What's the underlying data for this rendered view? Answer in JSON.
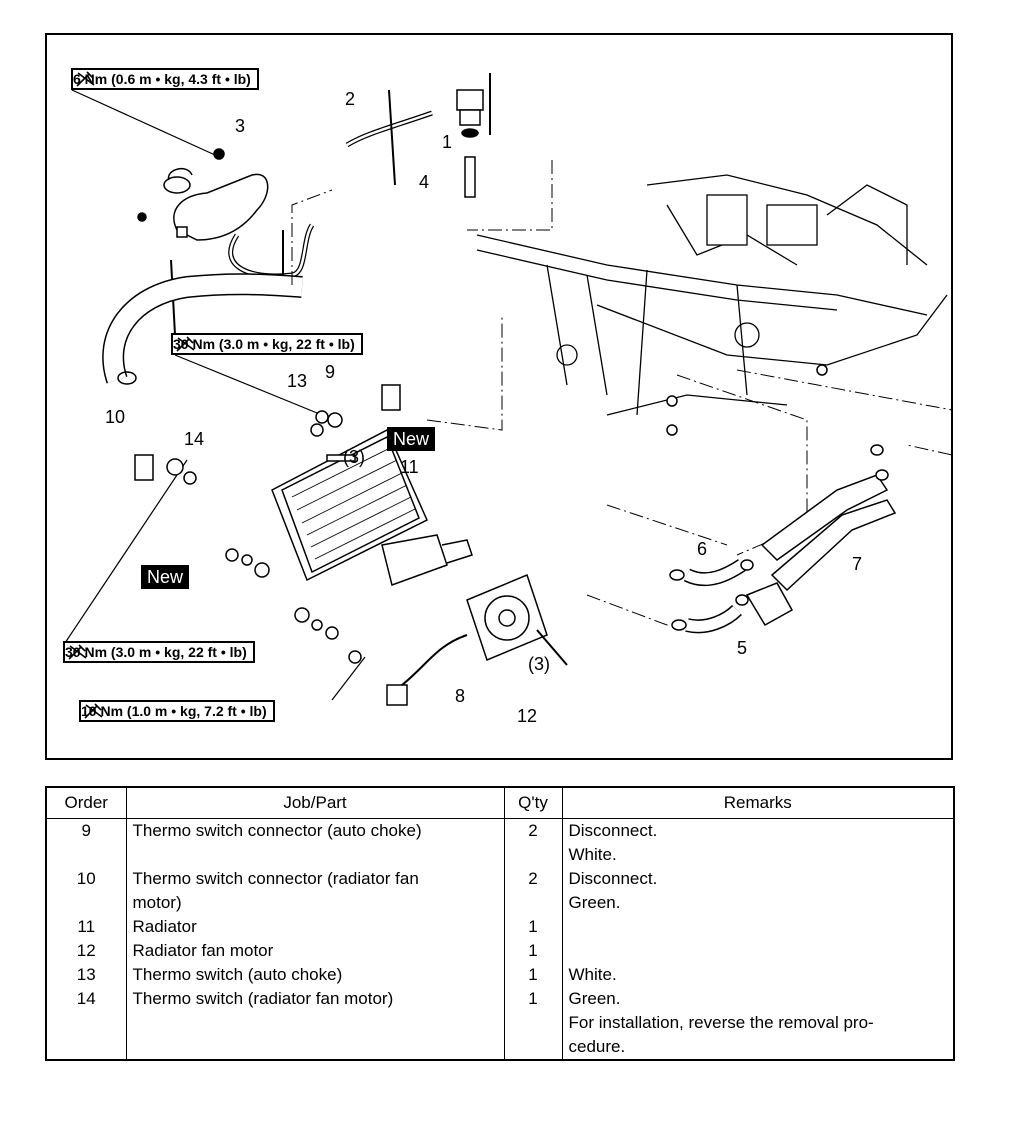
{
  "diagram": {
    "torque_specs": [
      "6 Nm (0.6 m • kg, 4.3 ft • lb)",
      "30 Nm (3.0 m • kg, 22 ft • lb)",
      "30 Nm (3.0 m • kg, 22 ft • lb)",
      "10 Nm (1.0 m • kg, 7.2 ft • lb)"
    ],
    "new_labels": [
      "New",
      "New"
    ],
    "callouts": [
      "1",
      "2",
      "3",
      "4",
      "5",
      "6",
      "7",
      "8",
      "9",
      "10",
      "11",
      "12",
      "13",
      "14",
      "(3)",
      "(3)"
    ]
  },
  "table": {
    "headers": [
      "Order",
      "Job/Part",
      "Q'ty",
      "Remarks"
    ],
    "rows": [
      {
        "order": "9",
        "part": "Thermo switch connector (auto choke)",
        "qty": "2",
        "remarks": [
          "Disconnect.",
          "White."
        ]
      },
      {
        "order": "10",
        "part": "Thermo switch connector (radiator fan",
        "part2": "motor)",
        "qty": "2",
        "remarks": [
          "Disconnect.",
          "Green."
        ]
      },
      {
        "order": "11",
        "part": "Radiator",
        "qty": "1",
        "remarks": []
      },
      {
        "order": "12",
        "part": "Radiator fan motor",
        "qty": "1",
        "remarks": []
      },
      {
        "order": "13",
        "part": "Thermo switch (auto choke)",
        "qty": "1",
        "remarks": [
          "White."
        ]
      },
      {
        "order": "14",
        "part": "Thermo switch (radiator fan motor)",
        "qty": "1",
        "remarks": [
          "Green.",
          "For installation, reverse the removal pro-",
          "cedure."
        ]
      }
    ]
  }
}
